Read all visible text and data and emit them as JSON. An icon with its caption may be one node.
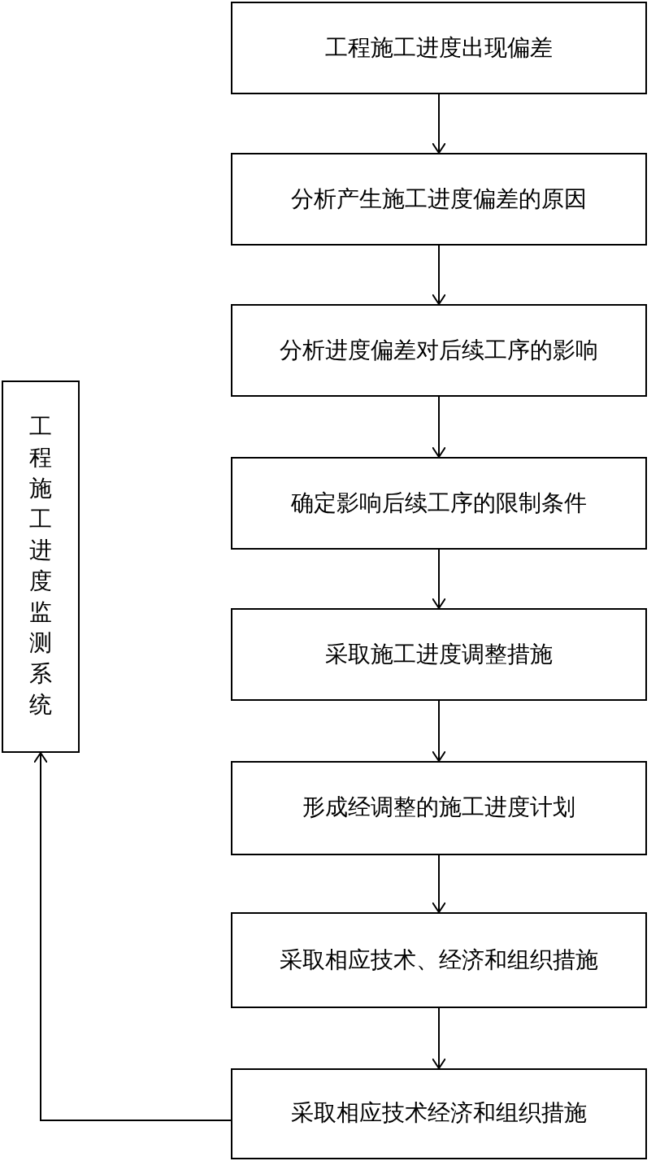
{
  "diagram": {
    "nodes": [
      {
        "text": [
          "工程施工进度出现偏差"
        ]
      },
      {
        "text": [
          "分析产生施工进度偏差的原因"
        ]
      },
      {
        "text": [
          "分析进度偏差对后续工序的影响"
        ]
      },
      {
        "text": [
          "确定影响后续工序的限制条件"
        ]
      },
      {
        "text": [
          "采取施工进度调整措施"
        ]
      },
      {
        "text": [
          "形成经调整的施工进度计划"
        ]
      },
      {
        "text": [
          "采取相应技术、经济和组织措施"
        ]
      },
      {
        "text": [
          "采取相应技术经济和组织措施"
        ]
      },
      {
        "text": [
          "工程施工进度监测系统"
        ]
      }
    ],
    "edges": [
      {
        "from": 0,
        "to": 1,
        "arrow": "to"
      },
      {
        "from": 1,
        "to": 2,
        "arrow": "to"
      },
      {
        "from": 2,
        "to": 3,
        "arrow": "to"
      },
      {
        "from": 3,
        "to": 4,
        "arrow": "to"
      },
      {
        "from": 4,
        "to": 5,
        "arrow": "to"
      },
      {
        "from": 5,
        "to": 6,
        "arrow": "to"
      },
      {
        "from": 6,
        "to": 7,
        "arrow": "to"
      },
      {
        "from": 7,
        "to": 8,
        "arrow": "to"
      }
    ]
  }
}
